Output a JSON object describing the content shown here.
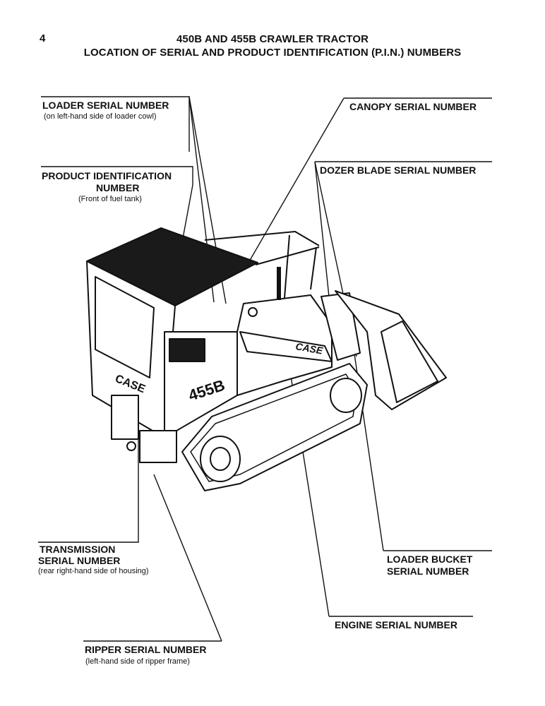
{
  "page_number": "4",
  "title_line1": "450B AND 455B CRAWLER TRACTOR",
  "title_line2": "LOCATION OF SERIAL AND PRODUCT IDENTIFICATION (P.I.N.) NUMBERS",
  "labels": {
    "loader_serial": {
      "title": "LOADER SERIAL NUMBER",
      "note": "(on left-hand side of loader cowl)"
    },
    "pin": {
      "title1": "PRODUCT IDENTIFICATION",
      "title2": "NUMBER",
      "note": "(Front of fuel tank)"
    },
    "canopy_serial": {
      "title": "CANOPY SERIAL NUMBER"
    },
    "dozer_serial": {
      "title": "DOZER BLADE SERIAL NUMBER"
    },
    "transmission_serial": {
      "title1": "TRANSMISSION",
      "title2": "SERIAL NUMBER",
      "note": "(rear right-hand side of housing)"
    },
    "loader_bucket_serial": {
      "title1": "LOADER BUCKET",
      "title2": "SERIAL NUMBER"
    },
    "engine_serial": {
      "title": "ENGINE SERIAL NUMBER"
    },
    "ripper_serial": {
      "title": "RIPPER SERIAL NUMBER",
      "note": "(left-hand side of ripper frame)"
    }
  },
  "machine_markings": {
    "model": "455B",
    "brand": "CASE"
  }
}
